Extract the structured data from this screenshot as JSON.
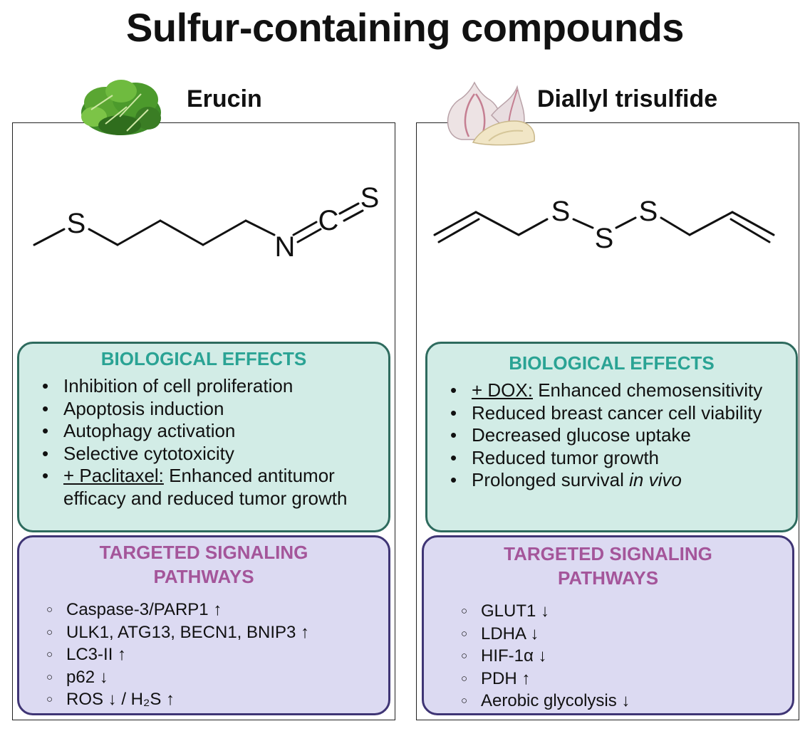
{
  "title": "Sulfur-containing compounds",
  "left": {
    "name": "Erucin",
    "molecule_atoms": [
      "S",
      "N",
      "C",
      "S"
    ],
    "effects_title": "BIOLOGICAL EFFECTS",
    "effects": [
      {
        "text": "Inhibition of cell proliferation"
      },
      {
        "text": "Apoptosis induction"
      },
      {
        "text": "Autophagy activation"
      },
      {
        "text": "Selective cytotoxicity"
      },
      {
        "prefix": "+ Paclitaxel:",
        "text": " Enhanced antitumor efficacy and reduced tumor growth"
      }
    ],
    "pathways_title": "TARGETED SIGNALING PATHWAYS",
    "pathways": [
      "Caspase-3/PARP1 ↑",
      "ULK1, ATG13, BECN1, BNIP3 ↑",
      "LC3-II ↑",
      "p62 ↓",
      "ROS ↓ / H₂S ↑"
    ]
  },
  "right": {
    "name": "Diallyl trisulfide",
    "molecule_atoms": [
      "S",
      "S",
      "S"
    ],
    "effects_title": "BIOLOGICAL EFFECTS",
    "effects": [
      {
        "prefix": "+ DOX:",
        "text": " Enhanced chemosensitivity"
      },
      {
        "text": "Reduced breast cancer cell viability"
      },
      {
        "text": "Decreased glucose uptake"
      },
      {
        "text": "Reduced tumor growth"
      },
      {
        "text": "Prolonged survival ",
        "italic": "in vivo"
      }
    ],
    "pathways_title": "TARGETED SIGNALING PATHWAYS",
    "pathways": [
      "GLUT1 ↓",
      "LDHA ↓",
      "HIF-1α ↓",
      "PDH ↑",
      "Aerobic glycolysis ↓"
    ]
  },
  "colors": {
    "effects_fill": "#d2ece6",
    "effects_border": "#2e6b5e",
    "effects_title": "#2aa394",
    "pathways_fill": "#dcdaf2",
    "pathways_border": "#3f3575",
    "pathways_title": "#a4559a"
  },
  "icons": {
    "left": "arugula-leaves-icon",
    "right": "garlic-icon"
  }
}
